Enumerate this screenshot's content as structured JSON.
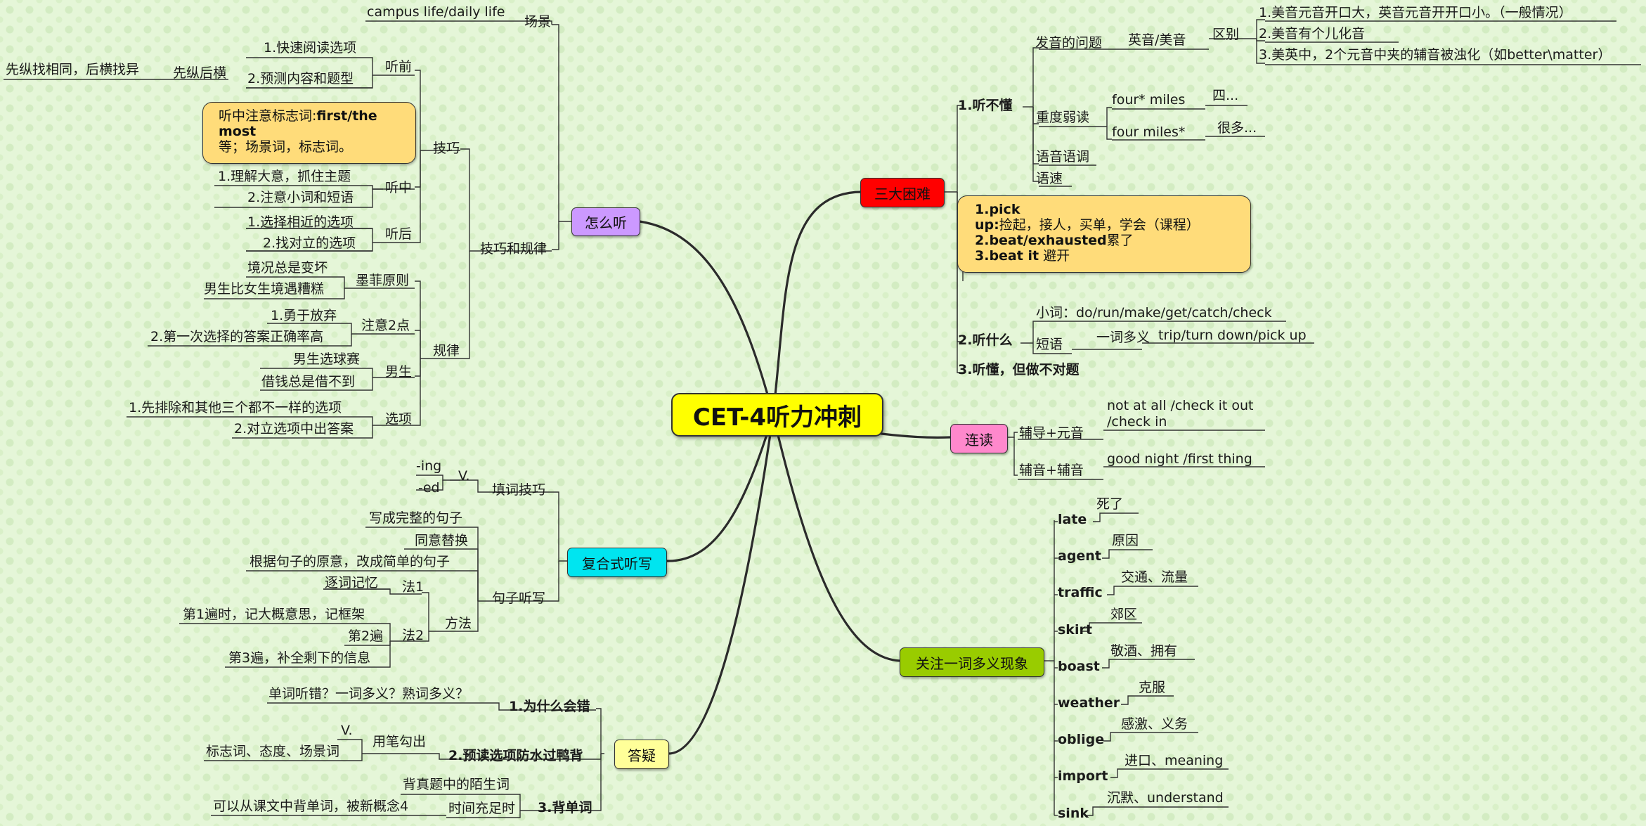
{
  "central": "CET-4听力冲刺",
  "topics": {
    "zenmeting": "怎么听",
    "sanda": "三大困难",
    "liandu": "连读",
    "fuhe": "复合式听写",
    "guanzhu": "关注一词多义现象",
    "dayi": "答疑"
  },
  "zenmeting": {
    "changjing": "场景",
    "campus": "campus life/daily life",
    "jiqiao_guilv": "技巧和规律",
    "jiqiao": "技巧",
    "tingqian": "听前",
    "tq1": "1.快速阅读选项",
    "tq2": "2.预测内容和题型",
    "xianzong": "先纵后横",
    "xianzong_desc": "先纵找相同，后横找异",
    "tingzhong": "听中",
    "tz1": "1.理解大意，抓住主题",
    "tz2": "2.注意小词和短语",
    "callout_l1": "听中注意标志词:",
    "callout_l1b": "first/the most",
    "callout_l2": "等；场景词，标志词。",
    "tinghou": "听后",
    "th1": "1.选择相近的选项",
    "th2": "2.找对立的选项",
    "guilv": "规律",
    "mofei": "墨菲原则",
    "mf1": "境况总是变坏",
    "mf2": "男生比女生境遇糟糕",
    "zhuyi": "注意2点",
    "zy1": "1.勇于放弃",
    "zy2": "2.第一次选择的答案正确率高",
    "nansheng": "男生",
    "ns1": "男生选球赛",
    "ns2": "借钱总是借不到",
    "xuanxiang": "选项",
    "xx1": "1.先排除和其他三个都不一样的选项",
    "xx2": "2.对立选项中出答案"
  },
  "sanda": {
    "t1": "1.听不懂",
    "fayin": "发音的问题",
    "yingmei": "英音/美音",
    "qubie": "区别",
    "qb1": "1.美音元音开口大，英音元音开开口小。（一般情况）",
    "qb2": "2.美音有个儿化音",
    "qb3": "3.美英中，2个元音中夹的辅音被浊化（如better\\matter）",
    "zhongdu": "重度弱读",
    "four1": "four*   miles",
    "four1v": "四...",
    "four2": "four   miles*",
    "four2v": "很多...",
    "yuyin": "语音语调",
    "yusu": "语速",
    "callout_l1": "1.pick",
    "callout_l2a": "up:",
    "callout_l2b": "捡起，接人，买单，学会（课程）",
    "callout_l3a": "2.beat/exhausted",
    "callout_l3b": "累了",
    "callout_l4a": "3.beat it",
    "callout_l4b": " 避开",
    "t2": "2.听什么",
    "xiaoci": "小词：do/run/make/get/catch/check",
    "duanyu": "短语",
    "yici": "一词多义",
    "yici_v": "trip/turn down/pick up",
    "t3": "3.听懂，但做不对题"
  },
  "liandu": {
    "fy": "辅导+元音",
    "fy_v": "not at all /check it out /check in",
    "ff": "辅音+辅音",
    "ff_v": "good night /first thing"
  },
  "fuhe": {
    "tianci": "填词技巧",
    "v": "V.",
    "ing": "-ing",
    "ed": "-ed",
    "juzi": "句子听写",
    "j1": "写成完整的句子",
    "j2": "同意替换",
    "j3": "根据句子的原意，改成简单的句子",
    "fangfa": "方法",
    "fa1": "法1",
    "fa1_v": "逐词记忆",
    "fa2": "法2",
    "fa2_1": "第1遍时，记大概意思，记框架",
    "fa2_2": "第2遍",
    "fa2_3": "第3遍，补全剩下的信息"
  },
  "guanzhu": {
    "words": [
      {
        "w": "late",
        "m": "死了"
      },
      {
        "w": "agent",
        "m": "原因"
      },
      {
        "w": "traffic",
        "m": "交通、流量"
      },
      {
        "w": "skirt",
        "m": "郊区"
      },
      {
        "w": "boast",
        "m": "敬酒、拥有"
      },
      {
        "w": "weather",
        "m": "克服"
      },
      {
        "w": "oblige",
        "m": "感激、义务"
      },
      {
        "w": "import",
        "m": "进口、meaning"
      },
      {
        "w": "sink",
        "m": "沉默、understand"
      }
    ]
  },
  "dayi": {
    "d1": "1.为什么会错",
    "d1_v": "单词听错？一词多义？熟词多义？",
    "d2": "2.预读选项防水过鸭背",
    "yongbi": "用笔勾出",
    "v": "V.",
    "biaozhi": "标志词、态度、场景词",
    "d3": "3.背单词",
    "zhenti": "背真题中的陌生词",
    "shijian": "时间充足时",
    "kewen": "可以从课文中背单词，被新概念4"
  }
}
